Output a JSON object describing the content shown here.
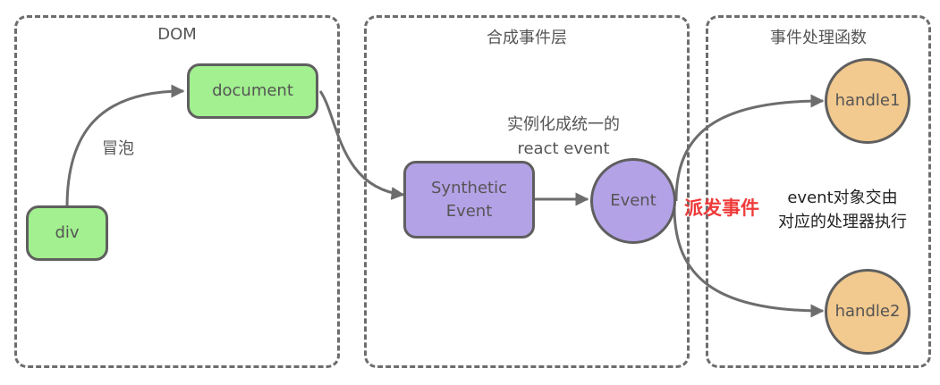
{
  "regions": {
    "dom": "DOM",
    "synthetic": "合成事件层",
    "handlers": "事件处理函数"
  },
  "nodes": {
    "div": "div",
    "document": "document",
    "synthetic_event": "Synthetic\nEvent",
    "event": "Event",
    "handle1": "handle1",
    "handle2": "handle2"
  },
  "labels": {
    "bubble": "冒泡",
    "instantiate": "实例化成统一的\nreact event",
    "dispatch": "派发事件",
    "handle_by": "event对象交由\n对应的处理器执行"
  },
  "colors": {
    "green_node": "#a2f08f",
    "purple_node": "#b4a2e7",
    "orange_node": "#f2c98e",
    "dispatch_text": "#f03a3a",
    "border": "#5f5f5f"
  }
}
